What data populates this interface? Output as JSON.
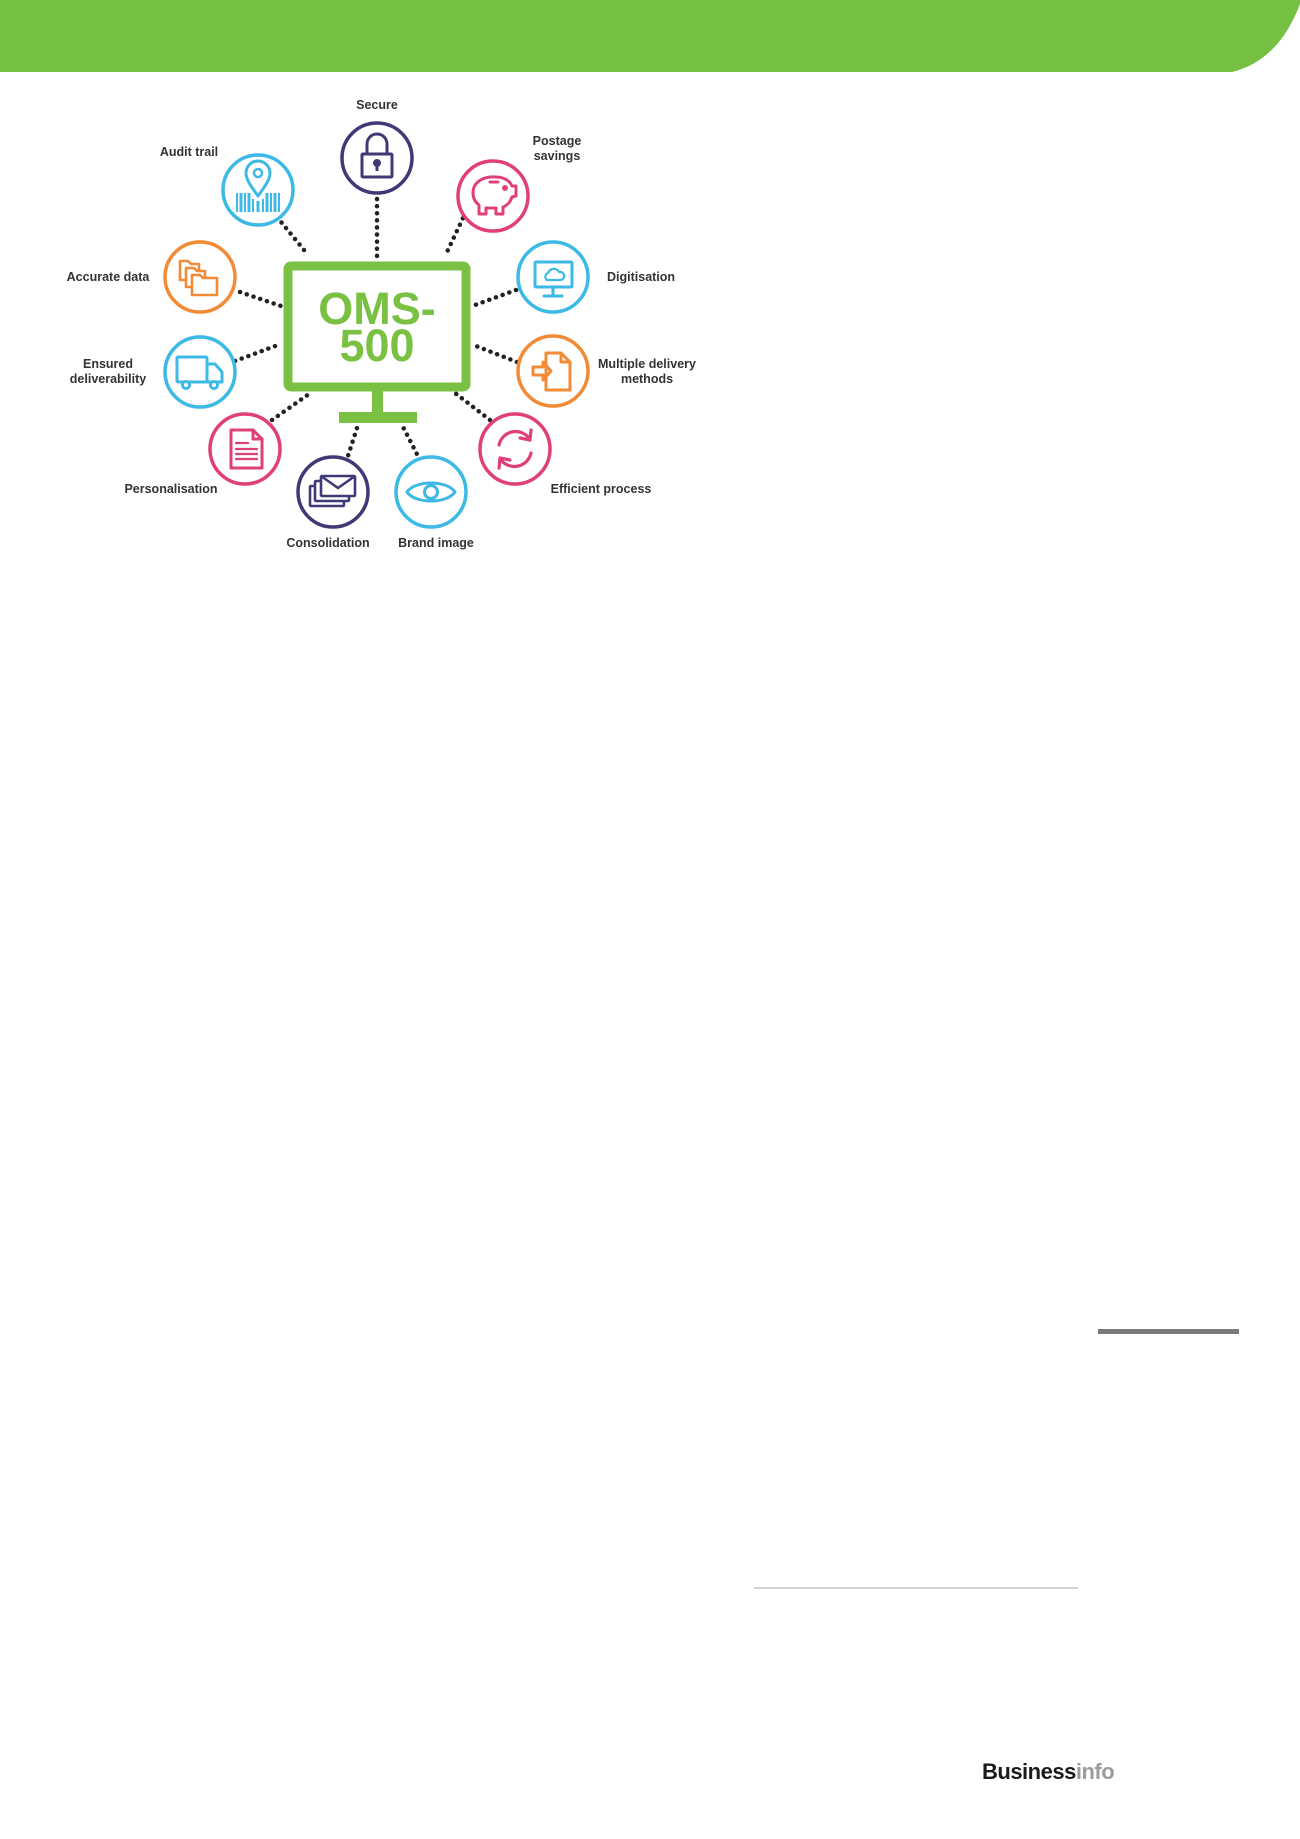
{
  "header": {
    "band_color": "#76c043"
  },
  "diagram": {
    "center": {
      "line1": "OMS-",
      "line2": "500",
      "color": "#7ac143"
    },
    "nodes": {
      "secure": {
        "label": "Secure",
        "icon": "padlock-icon",
        "color": "#3f3a75"
      },
      "postage": {
        "line1": "Postage",
        "line2": "savings",
        "icon": "piggy-bank-icon",
        "color": "#e03f7a"
      },
      "digitisation": {
        "label": "Digitisation",
        "icon": "monitor-cloud-icon",
        "color": "#3db9e6"
      },
      "multiple": {
        "line1": "Multiple delivery",
        "line2": "methods",
        "icon": "document-arrow-icon",
        "color": "#f28a36"
      },
      "efficient": {
        "label": "Efficient process",
        "icon": "refresh-icon",
        "color": "#e03f7a"
      },
      "brand": {
        "label": "Brand image",
        "icon": "eye-icon",
        "color": "#3db9e6"
      },
      "consolidation": {
        "label": "Consolidation",
        "icon": "stacked-envelopes-icon",
        "color": "#3f3a75"
      },
      "personalisation": {
        "label": "Personalisation",
        "icon": "document-lines-icon",
        "color": "#e03f7a"
      },
      "ensured": {
        "line1": "Ensured",
        "line2": "deliverability",
        "icon": "truck-icon",
        "color": "#3db9e6"
      },
      "accurate": {
        "label": "Accurate data",
        "icon": "folders-icon",
        "color": "#f28a36"
      },
      "audit": {
        "label": "Audit trail",
        "icon": "location-barcode-icon",
        "color": "#3db9e6"
      }
    }
  },
  "footer": {
    "logo_strong": "Business",
    "logo_light": "info"
  }
}
